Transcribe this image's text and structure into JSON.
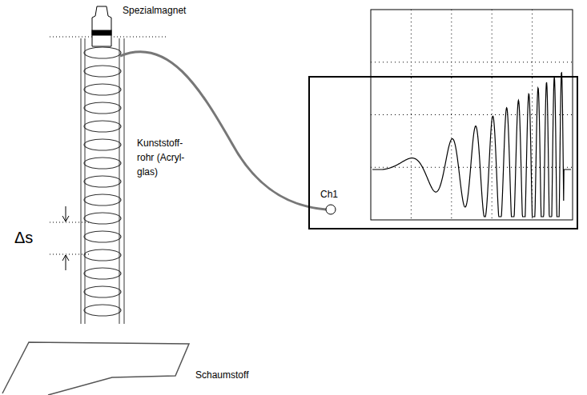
{
  "diagram": {
    "nodes": [
      {
        "text": [
          "Ch1"
        ]
      }
    ],
    "labels": [
      "Spezialmagnet",
      "Kunststoff- rohr (Acryl- glas)",
      "Δs",
      "Schaumstoff"
    ]
  }
}
